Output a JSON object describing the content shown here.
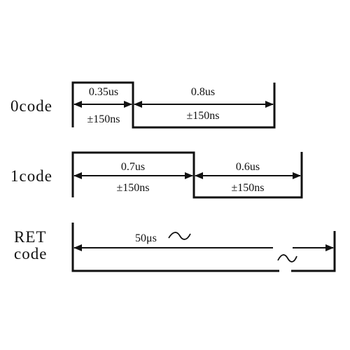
{
  "colors": {
    "line": "#111111",
    "background": "#ffffff"
  },
  "rows": [
    {
      "label_lines": [
        "0code"
      ],
      "high": {
        "time": "0.35us",
        "tolerance": "±150ns"
      },
      "low": {
        "time": "0.8us",
        "tolerance": "±150ns"
      }
    },
    {
      "label_lines": [
        "1code"
      ],
      "high": {
        "time": "0.7us",
        "tolerance": "±150ns"
      },
      "low": {
        "time": "0.6us",
        "tolerance": "±150ns"
      }
    },
    {
      "label_lines": [
        "RET",
        "code"
      ],
      "low": {
        "time": "50μs"
      },
      "break_symbol": "~"
    }
  ]
}
